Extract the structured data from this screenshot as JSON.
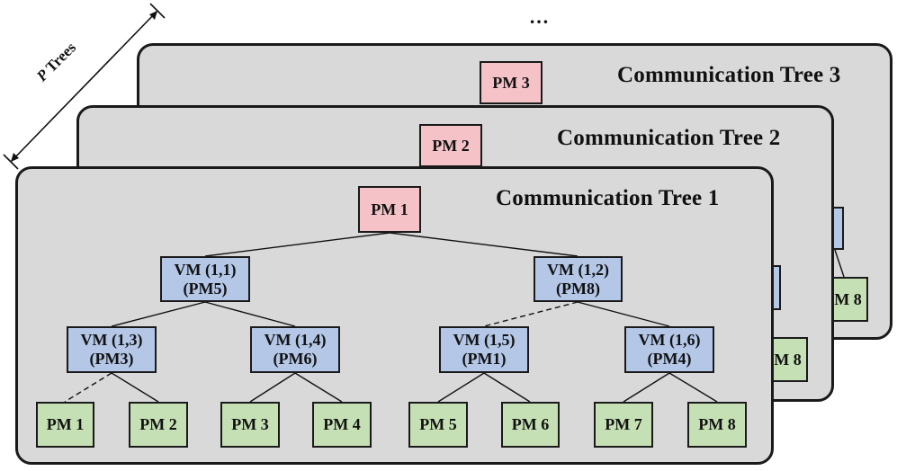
{
  "dimension_label": {
    "var": "P",
    "text": " Trees"
  },
  "ellipsis": "…",
  "tree3": {
    "title": "Communication Tree 3",
    "root": "PM 3",
    "peek_leaf": "M 8"
  },
  "tree2": {
    "title": "Communication Tree 2",
    "root": "PM 2",
    "peek_leaf": "M 8"
  },
  "tree1": {
    "title": "Communication Tree 1",
    "root": "PM 1",
    "level1": [
      {
        "vm": "VM (1,1)",
        "pm": "(PM5)"
      },
      {
        "vm": "VM (1,2)",
        "pm": "(PM8)"
      }
    ],
    "level2": [
      {
        "vm": "VM (1,3)",
        "pm": "(PM3)"
      },
      {
        "vm": "VM (1,4)",
        "pm": "(PM6)"
      },
      {
        "vm": "VM (1,5)",
        "pm": "(PM1)"
      },
      {
        "vm": "VM (1,6)",
        "pm": "(PM4)"
      }
    ],
    "leaves": [
      "PM 1",
      "PM 2",
      "PM 3",
      "PM 4",
      "PM 5",
      "PM 6",
      "PM 7",
      "PM 8"
    ]
  },
  "colors": {
    "panel": "#d9d9d9",
    "root_pm": "#f4c2c7",
    "vm": "#b4c7e7",
    "leaf_pm": "#c5e0b4"
  }
}
